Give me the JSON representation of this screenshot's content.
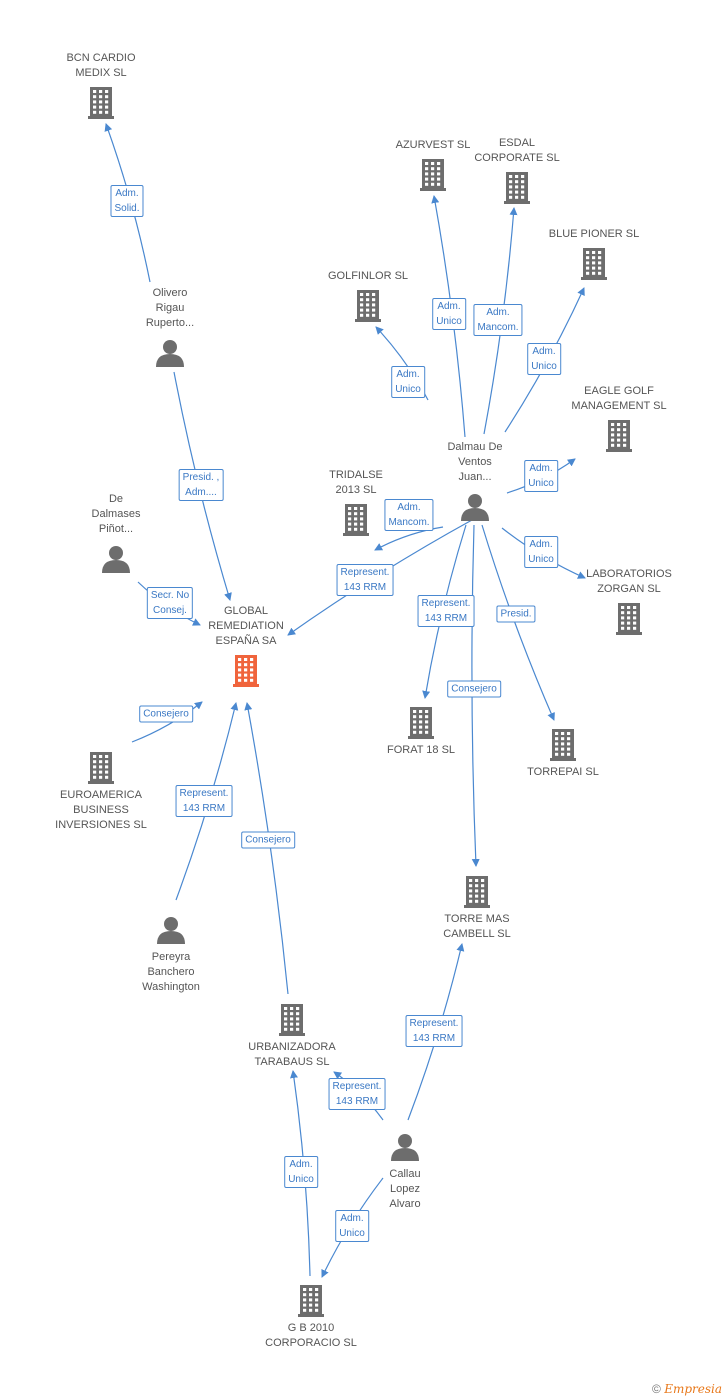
{
  "colors": {
    "line": "#4a88d0",
    "icon": "#6d6d6d",
    "focus": "#f0643c",
    "label": "#555555"
  },
  "nodes": [
    {
      "id": "bcn",
      "type": "company",
      "label": "BCN CARDIO\nMEDIX  SL",
      "icon": "building-icon"
    },
    {
      "id": "azurvest",
      "type": "company",
      "label": "AZURVEST SL",
      "icon": "building-icon"
    },
    {
      "id": "esdal",
      "type": "company",
      "label": "ESDAL\nCORPORATE SL",
      "icon": "building-icon"
    },
    {
      "id": "bluepioner",
      "type": "company",
      "label": "BLUE PIONER SL",
      "icon": "building-icon"
    },
    {
      "id": "golfinlor",
      "type": "company",
      "label": "GOLFINLOR SL",
      "icon": "building-icon"
    },
    {
      "id": "olivero",
      "type": "person",
      "label": "Olivero\nRigau\nRuperto...",
      "icon": "person-icon"
    },
    {
      "id": "eagle",
      "type": "company",
      "label": "EAGLE GOLF\nMANAGEMENT SL",
      "icon": "building-icon"
    },
    {
      "id": "dalmau",
      "type": "person",
      "label": "Dalmau De\nVentos\nJuan...",
      "icon": "person-icon"
    },
    {
      "id": "tridalse",
      "type": "company",
      "label": "TRIDALSE\n2013  SL",
      "icon": "building-icon"
    },
    {
      "id": "dedalmases",
      "type": "person",
      "label": "De\nDalmases\nPiñot...",
      "icon": "person-icon"
    },
    {
      "id": "global",
      "type": "focus",
      "label": "GLOBAL\nREMEDIATION\nESPAÑA SA",
      "icon": "building-icon"
    },
    {
      "id": "laboratorios",
      "type": "company",
      "label": "LABORATORIOS\nZORGAN SL",
      "icon": "building-icon"
    },
    {
      "id": "forat",
      "type": "company",
      "label": "FORAT 18 SL",
      "icon": "building-icon"
    },
    {
      "id": "torrepai",
      "type": "company",
      "label": "TORREPAI SL",
      "icon": "building-icon"
    },
    {
      "id": "euroamerica",
      "type": "company",
      "label": "EUROAMERICA\nBUSINESS\nINVERSIONES SL",
      "icon": "building-icon"
    },
    {
      "id": "torremas",
      "type": "company",
      "label": "TORRE MAS\nCAMBELL SL",
      "icon": "building-icon"
    },
    {
      "id": "pereyra",
      "type": "person",
      "label": "Pereyra\nBanchero\nWashington",
      "icon": "person-icon"
    },
    {
      "id": "urbanizadora",
      "type": "company",
      "label": "URBANIZADORA\nTARABAUS  SL",
      "icon": "building-icon"
    },
    {
      "id": "callau",
      "type": "person",
      "label": "Callau\nLopez\nAlvaro",
      "icon": "person-icon"
    },
    {
      "id": "gb2010",
      "type": "company",
      "label": "G B 2010\nCORPORACIO SL",
      "icon": "building-icon"
    }
  ],
  "edges": [
    {
      "from": "olivero",
      "to": "bcn",
      "label": "Adm.\nSolid."
    },
    {
      "from": "olivero",
      "to": "global",
      "label": "Presid. ,\nAdm...."
    },
    {
      "from": "dedalmases",
      "to": "global",
      "label": "Secr.  No\nConsej."
    },
    {
      "from": "dalmau",
      "to": "golfinlor",
      "label": "Adm.\nUnico"
    },
    {
      "from": "dalmau",
      "to": "azurvest",
      "label": "Adm.\nUnico"
    },
    {
      "from": "dalmau",
      "to": "esdal",
      "label": "Adm.\nMancom."
    },
    {
      "from": "dalmau",
      "to": "bluepioner",
      "label": "Adm.\nUnico"
    },
    {
      "from": "dalmau",
      "to": "eagle",
      "label": "Adm.\nUnico"
    },
    {
      "from": "dalmau",
      "to": "tridalse",
      "label": "Adm.\nMancom."
    },
    {
      "from": "dalmau",
      "to": "global",
      "label": "Represent.\n143 RRM"
    },
    {
      "from": "dalmau",
      "to": "laboratorios",
      "label": "Adm.\nUnico"
    },
    {
      "from": "dalmau",
      "to": "forat",
      "label": "Represent.\n143 RRM"
    },
    {
      "from": "dalmau",
      "to": "torrepai",
      "label": "Presid."
    },
    {
      "from": "dalmau",
      "to": "torremas",
      "label": "Consejero"
    },
    {
      "from": "euroamerica",
      "to": "global",
      "label": "Consejero"
    },
    {
      "from": "pereyra",
      "to": "global",
      "label": "Represent.\n143 RRM"
    },
    {
      "from": "urbanizadora",
      "to": "global",
      "label": "Consejero"
    },
    {
      "from": "callau",
      "to": "torremas",
      "label": "Represent.\n143 RRM"
    },
    {
      "from": "callau",
      "to": "urbanizadora",
      "label": "Represent.\n143 RRM"
    },
    {
      "from": "callau",
      "to": "gb2010",
      "label": "Adm.\nUnico"
    },
    {
      "from": "gb2010",
      "to": "urbanizadora",
      "label": "Adm.\nUnico"
    }
  ],
  "footer": {
    "copyright": "©",
    "brand": "Empresia"
  }
}
